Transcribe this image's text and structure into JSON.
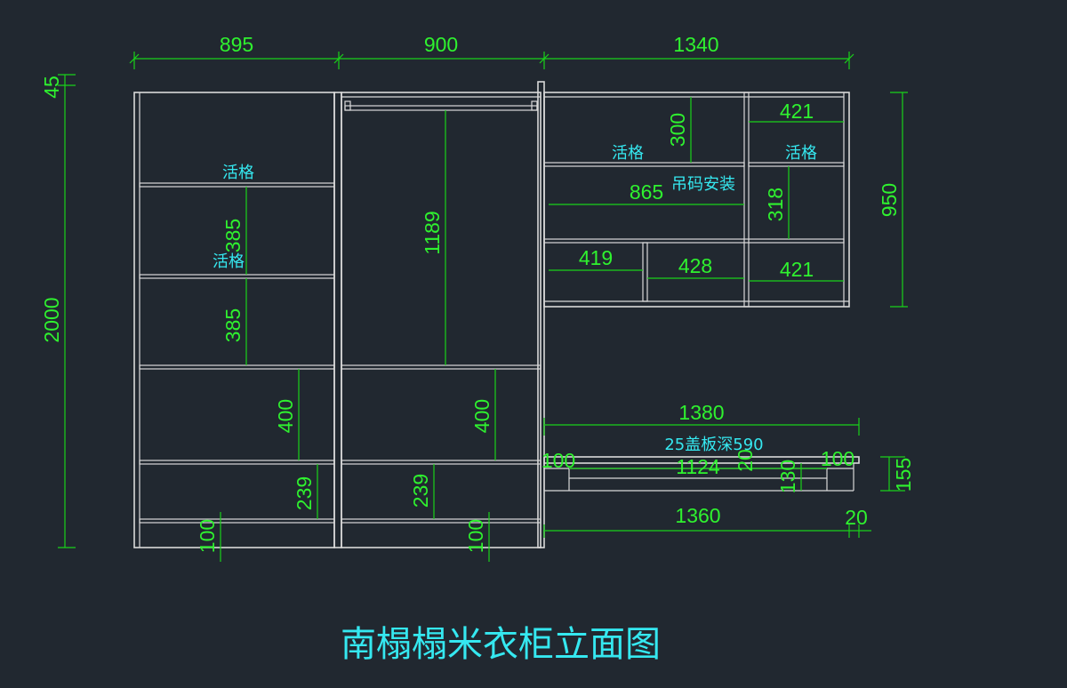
{
  "colors": {
    "background": "#212830",
    "panel_lines": "#d9d9d9",
    "dimension": "#19d219",
    "dimension_text": "#2ff22f",
    "annotation": "#35e8f0"
  },
  "title": "南榻榻米衣柜立面图",
  "dims": {
    "top_895": "895",
    "top_900": "900",
    "top_1340": "1340",
    "left_45": "45",
    "left_2000": "2000",
    "right_950": "950",
    "d300": "300",
    "d421_top": "421",
    "d865": "865",
    "d318": "318",
    "d419": "419",
    "d428": "428",
    "d421_bottom": "421",
    "d1189": "1189",
    "d385_a": "385",
    "d385_b": "385",
    "d400_left": "400",
    "d400_mid": "400",
    "d239_left": "239",
    "d239_mid": "239",
    "d100_left": "100",
    "d100_mid": "100",
    "d1380": "1380",
    "d100_tat_l": "100",
    "d1124": "1124",
    "d20_small": "20",
    "d130": "130",
    "d100_tat_r": "100",
    "d155": "155",
    "d1360": "1360",
    "d20_end": "20"
  },
  "labels": {
    "huoge_1": "活格",
    "huoge_2": "活格",
    "huoge_3": "活格",
    "huoge_4": "活格",
    "diaoma": "吊码安装",
    "cover_plate": "25盖板深590"
  }
}
